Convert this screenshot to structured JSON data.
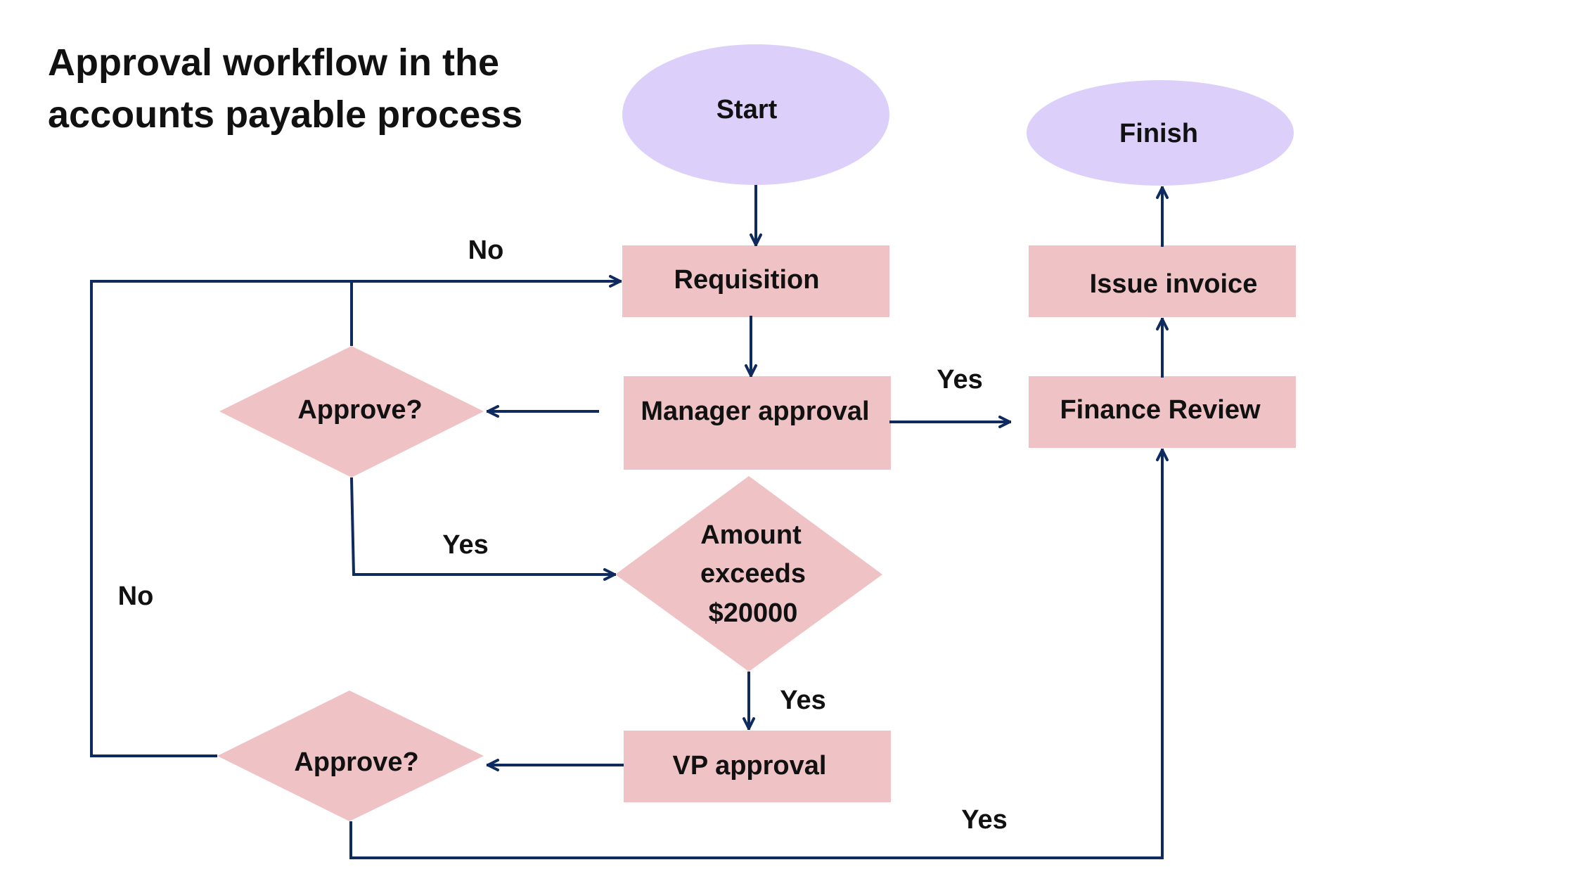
{
  "title": "Approval workflow in the\naccounts payable process",
  "colors": {
    "terminal_fill": "#dcd0fa",
    "process_fill": "#efc3c5",
    "arrow": "#0e2a5e",
    "text": "#111111"
  },
  "nodes": {
    "start": "Start",
    "finish": "Finish",
    "requisition": "Requisition",
    "manager_approval": "Manager approval",
    "approve_1": "Approve?",
    "amount_line1": "Amount",
    "amount_line2": "exceeds",
    "amount_line3": "$20000",
    "vp_approval": "VP approval",
    "approve_2": "Approve?",
    "finance_review": "Finance Review",
    "issue_invoice": "Issue invoice"
  },
  "edge_labels": {
    "no_top": "No",
    "no_left": "No",
    "yes_manager_to_finance": "Yes",
    "yes_approve1_to_amount": "Yes",
    "yes_amount_to_vp": "Yes",
    "yes_approve2_to_finance": "Yes"
  }
}
